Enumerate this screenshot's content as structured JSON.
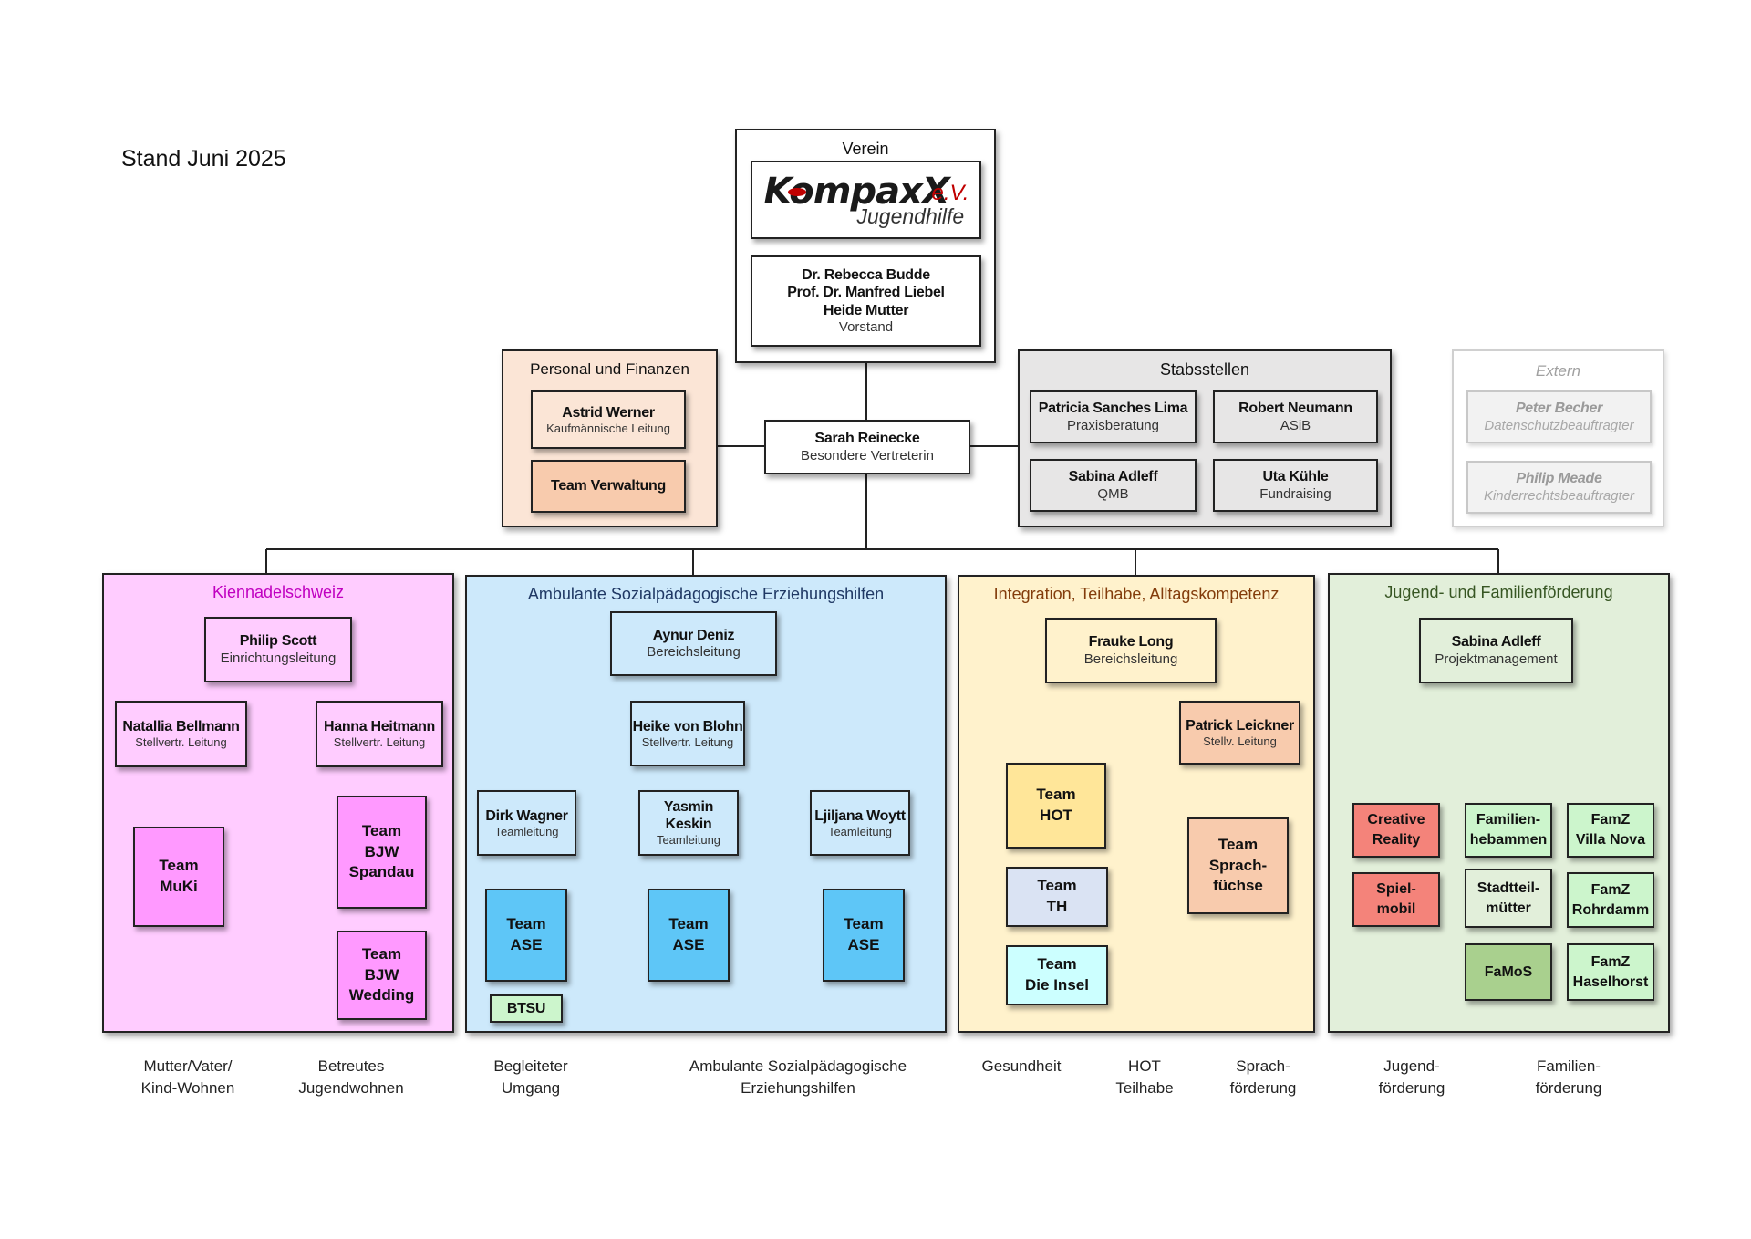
{
  "stand": "Stand Juni 2025",
  "verein": {
    "title": "Verein",
    "logo_main": "KompaxX",
    "logo_ev": "e.V.",
    "logo_sub": "Jugendhilfe",
    "board": [
      "Dr. Rebecca Budde",
      "Prof. Dr. Manfred Liebel",
      "Heide Mutter"
    ],
    "board_role": "Vorstand"
  },
  "personal": {
    "title": "Personal und Finanzen",
    "head_name": "Astrid Werner",
    "head_role": "Kaufmännische Leitung",
    "team": "Team Verwaltung"
  },
  "center": {
    "name": "Sarah Reinecke",
    "role": "Besondere Vertreterin"
  },
  "stab": {
    "title": "Stabsstellen",
    "items": [
      {
        "name": "Patricia Sanches Lima",
        "role": "Praxisberatung"
      },
      {
        "name": "Robert Neumann",
        "role": "ASiB"
      },
      {
        "name": "Sabina Adleff",
        "role": "QMB"
      },
      {
        "name": "Uta Kühle",
        "role": "Fundraising"
      }
    ]
  },
  "extern": {
    "title": "Extern",
    "items": [
      {
        "name": "Peter Becher",
        "role": "Datenschutzbeauftragter"
      },
      {
        "name": "Philip Meade",
        "role": "Kinderrechtsbeauftragter"
      }
    ]
  },
  "kienn": {
    "title": "Kiennadelschweiz",
    "head_name": "Philip Scott",
    "head_role": "Einrichtungsleitung",
    "dep1_name": "Natallia Bellmann",
    "dep1_role": "Stellvertr. Leitung",
    "dep2_name": "Hanna Heitmann",
    "dep2_role": "Stellvertr. Leitung",
    "team_muki": [
      "Team",
      "MuKi"
    ],
    "team_spandau": [
      "Team",
      "BJW",
      "Spandau"
    ],
    "team_wedding": [
      "Team",
      "BJW",
      "Wedding"
    ]
  },
  "ase": {
    "title": "Ambulante Sozialpädagogische Erziehungshilfen",
    "head_name": "Aynur Deniz",
    "head_role": "Bereichsleitung",
    "dep_name": "Heike von Blohn",
    "dep_role": "Stellvertr. Leitung",
    "leads": [
      {
        "name": "Dirk Wagner",
        "role": "Teamleitung"
      },
      {
        "name": "Yasmin Keskin",
        "role": "Teamleitung"
      },
      {
        "name": "Ljiljana Woytt",
        "role": "Teamleitung"
      }
    ],
    "team": [
      "Team",
      "ASE"
    ],
    "btsu": "BTSU"
  },
  "integ": {
    "title": "Integration, Teilhabe, Alltagskompetenz",
    "head_name": "Frauke Long",
    "head_role": "Bereichsleitung",
    "dep_name": "Patrick Leickner",
    "dep_role": "Stellv. Leitung",
    "team_hot": [
      "Team",
      "HOT"
    ],
    "team_th": [
      "Team",
      "TH"
    ],
    "team_insel": [
      "Team",
      "Die Insel"
    ],
    "team_sprach": [
      "Team",
      "Sprach-",
      "füchse"
    ]
  },
  "jugend": {
    "title": "Jugend- und Familienförderung",
    "head_name": "Sabina Adleff",
    "head_role": "Projektmanagement",
    "creative": [
      "Creative",
      "Reality"
    ],
    "spielmobil": [
      "Spiel-",
      "mobil"
    ],
    "hebammen": [
      "Familien-",
      "hebammen"
    ],
    "stadtteil": [
      "Stadtteil-",
      "mütter"
    ],
    "famos": "FaMoS",
    "villa": [
      "FamZ",
      "Villa Nova"
    ],
    "rohrdamm": [
      "FamZ",
      "Rohrdamm"
    ],
    "haselhorst": [
      "FamZ",
      "Haselhorst"
    ]
  },
  "footer": [
    [
      "Mutter/Vater/",
      "Kind-Wohnen"
    ],
    [
      "Betreutes",
      "Jugendwohnen"
    ],
    [
      "Begleiteter",
      "Umgang"
    ],
    [
      "Ambulante Sozialpädagogische",
      "Erziehungshilfen"
    ],
    [
      "Gesundheit"
    ],
    [
      "HOT",
      "Teilhabe"
    ],
    [
      "Sprach-",
      "förderung"
    ],
    [
      "Jugend-",
      "förderung"
    ],
    [
      "Familien-",
      "förderung"
    ]
  ],
  "colors": {
    "kienn_title": "#c000c0",
    "ase_title": "#1f3864",
    "integ_title": "#833c0b",
    "jugend_title": "#375623"
  }
}
